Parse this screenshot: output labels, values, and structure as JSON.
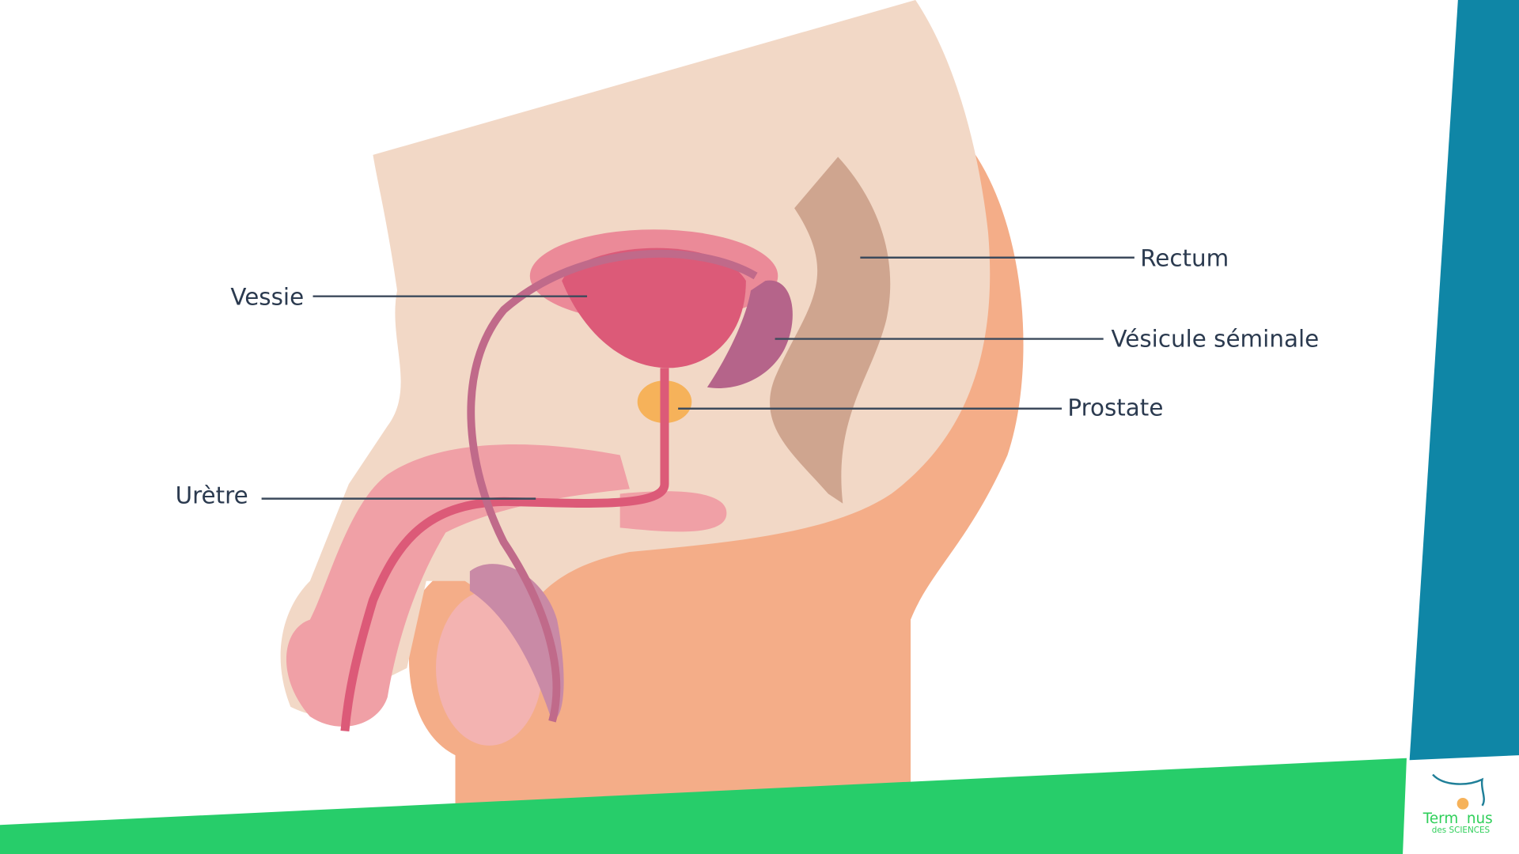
{
  "labels": {
    "vessie": "Vessie",
    "uretre": "Urètre",
    "rectum": "Rectum",
    "vesicule": "Vésicule séminale",
    "prostate": "Prostate"
  },
  "logo": {
    "line1": "Term",
    "line1b": "nus",
    "line2": "des SCIENCES"
  },
  "colors": {
    "teal": "#0f86a6",
    "green": "#27cd6a",
    "skin": "#f4ad88",
    "bladder": "#dc5a78",
    "prostate": "#f6b25a"
  }
}
